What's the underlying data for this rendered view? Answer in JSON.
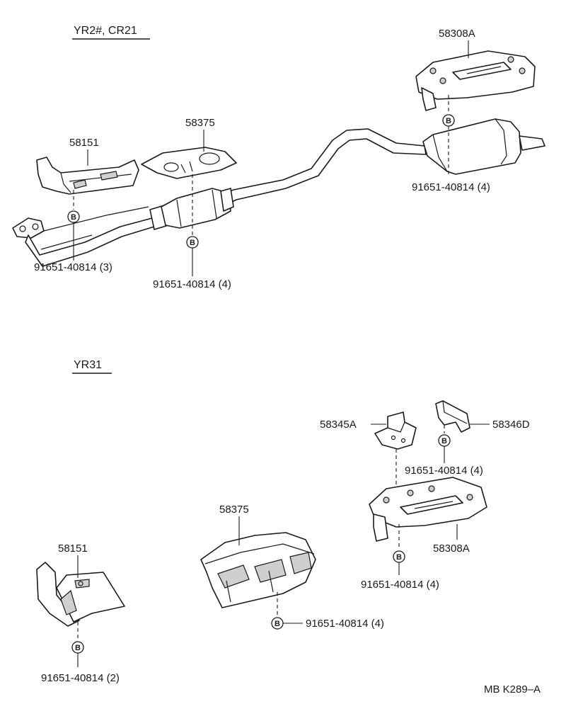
{
  "sections": [
    {
      "id": "upper",
      "title": "YR2#, CR21"
    },
    {
      "id": "lower",
      "title": "YR31"
    }
  ],
  "parts": {
    "upper": {
      "rear_shield": "58308A",
      "manifold_shield": "58151",
      "converter_shield": "58375",
      "bolt_manifold": "91651-40814 (3)",
      "bolt_converter": "91651-40814 (4)",
      "bolt_rear": "91651-40814 (4)"
    },
    "lower": {
      "bracket_a": "58345A",
      "bracket_d": "58346D",
      "bolt_brackets": "91651-40814 (4)",
      "rear_shield": "58308A",
      "bolt_rear": "91651-40814 (4)",
      "converter_shield": "58375",
      "bolt_converter": "91651-40814 (4)",
      "manifold_shield": "58151",
      "bolt_manifold": "91651-40814 (2)"
    }
  },
  "bolt_symbol": "B",
  "figure_code": "MB K289–A"
}
